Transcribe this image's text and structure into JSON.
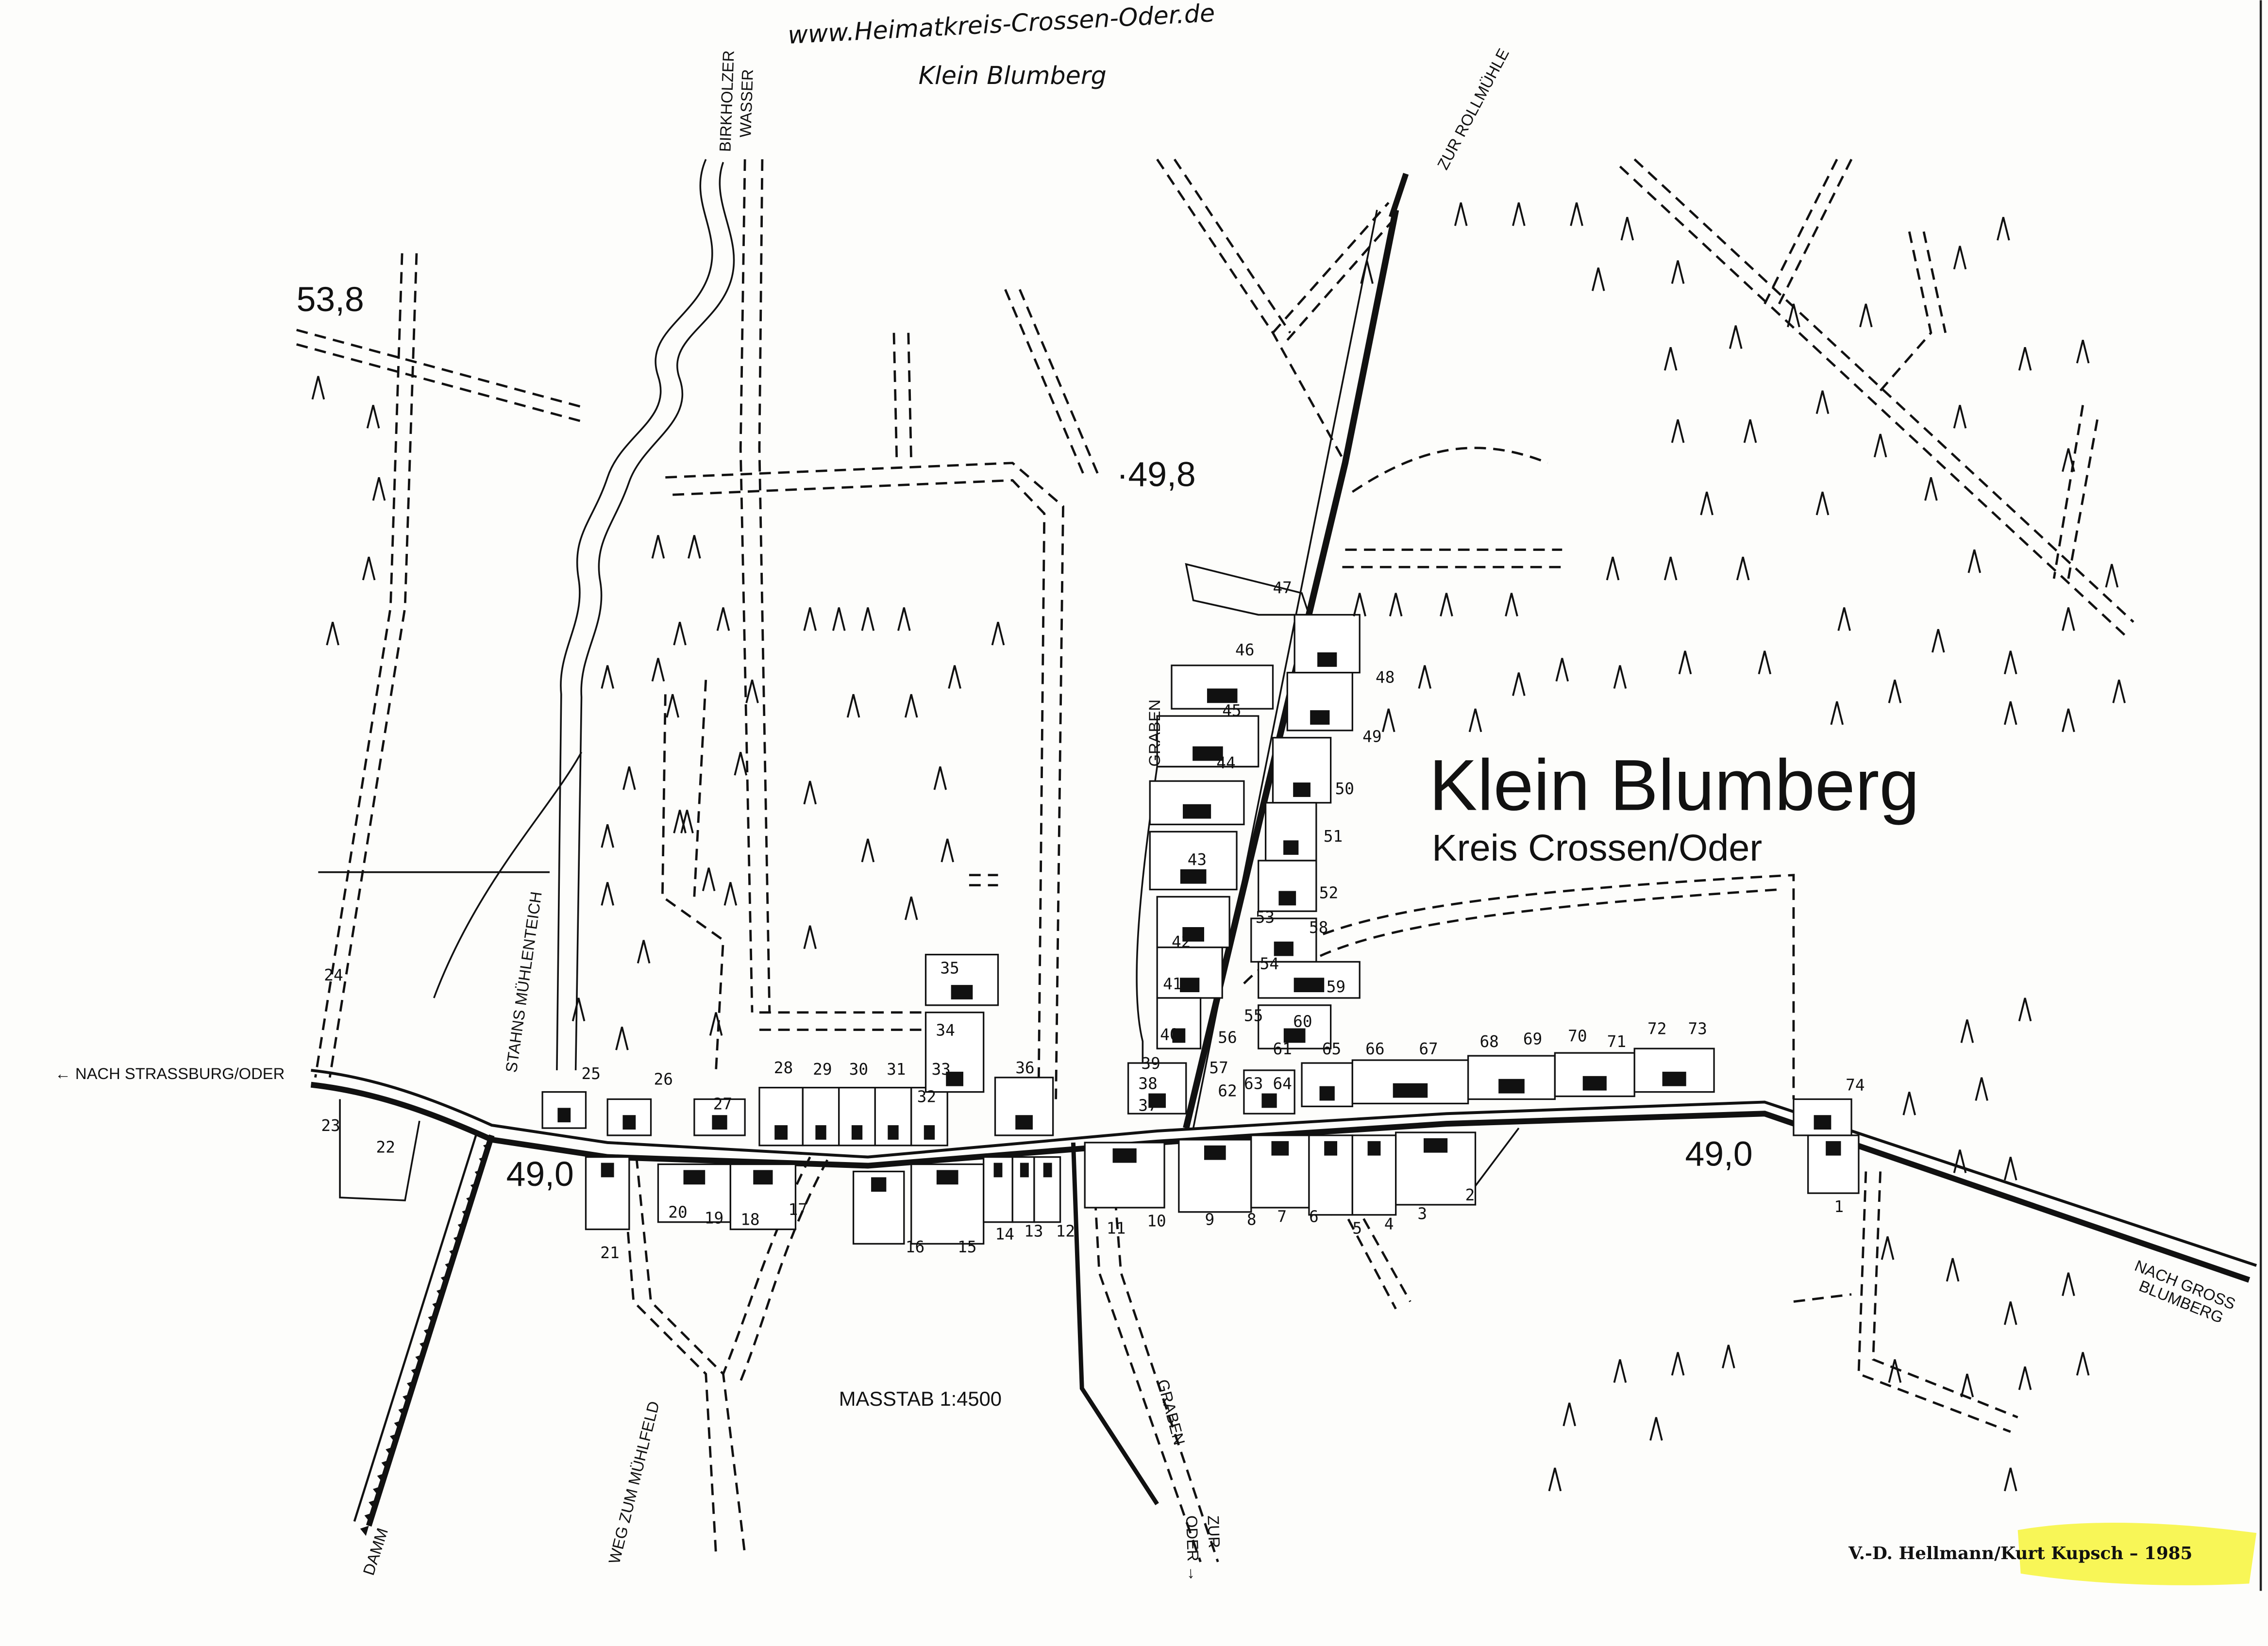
{
  "header": {
    "website": "www.Heimatkreis-Crossen-Oder.de",
    "handwritten_title": "Klein Blumberg"
  },
  "title": {
    "main": "Klein Blumberg",
    "subtitle": "Kreis Crossen/Oder"
  },
  "labels": {
    "birkholzer": "BIRKHOLZER",
    "wasser": "WASSER",
    "zur_rollmuehle": "ZUR ROLLMÜHLE",
    "nach_strassburg": "← NACH STRASSBURG/ODER",
    "nach_gross": "NACH GROSS",
    "blumberg": "BLUMBERG",
    "stahns": "STAHNS MÜHLENTEICH",
    "graben_north": "GRABEN",
    "graben_south": "GRABEN",
    "zur_oder_1": "ZUR",
    "zur_oder_2": "ODER →",
    "damm": "DAMM",
    "weg_muehlfeld": "WEG ZUM MÜHLFELD",
    "scale": "MASSTAB 1:4500"
  },
  "elevations": [
    "53,8",
    "·49,8",
    "49,0",
    "49,0"
  ],
  "house_numbers": [
    "1",
    "2",
    "3",
    "4",
    "5",
    "6",
    "7",
    "8",
    "9",
    "10",
    "11",
    "12",
    "13",
    "14",
    "15",
    "16",
    "17",
    "18",
    "19",
    "20",
    "21",
    "22",
    "23",
    "24",
    "25",
    "26",
    "27",
    "28",
    "29",
    "30",
    "31",
    "32",
    "33",
    "34",
    "35",
    "36",
    "37",
    "38",
    "39",
    "40",
    "41",
    "42",
    "43",
    "44",
    "45",
    "46",
    "47",
    "48",
    "49",
    "50",
    "51",
    "52",
    "53",
    "54",
    "55",
    "56",
    "57",
    "58",
    "59",
    "60",
    "61",
    "62",
    "63",
    "64",
    "65",
    "66",
    "67",
    "68",
    "69",
    "70",
    "71",
    "72",
    "73",
    "74"
  ],
  "credit": {
    "authors": "V.-D. Hellmann/",
    "highlighted": "Kurt Kupsch – 1985",
    "highlight_color": "#f7f53a"
  }
}
